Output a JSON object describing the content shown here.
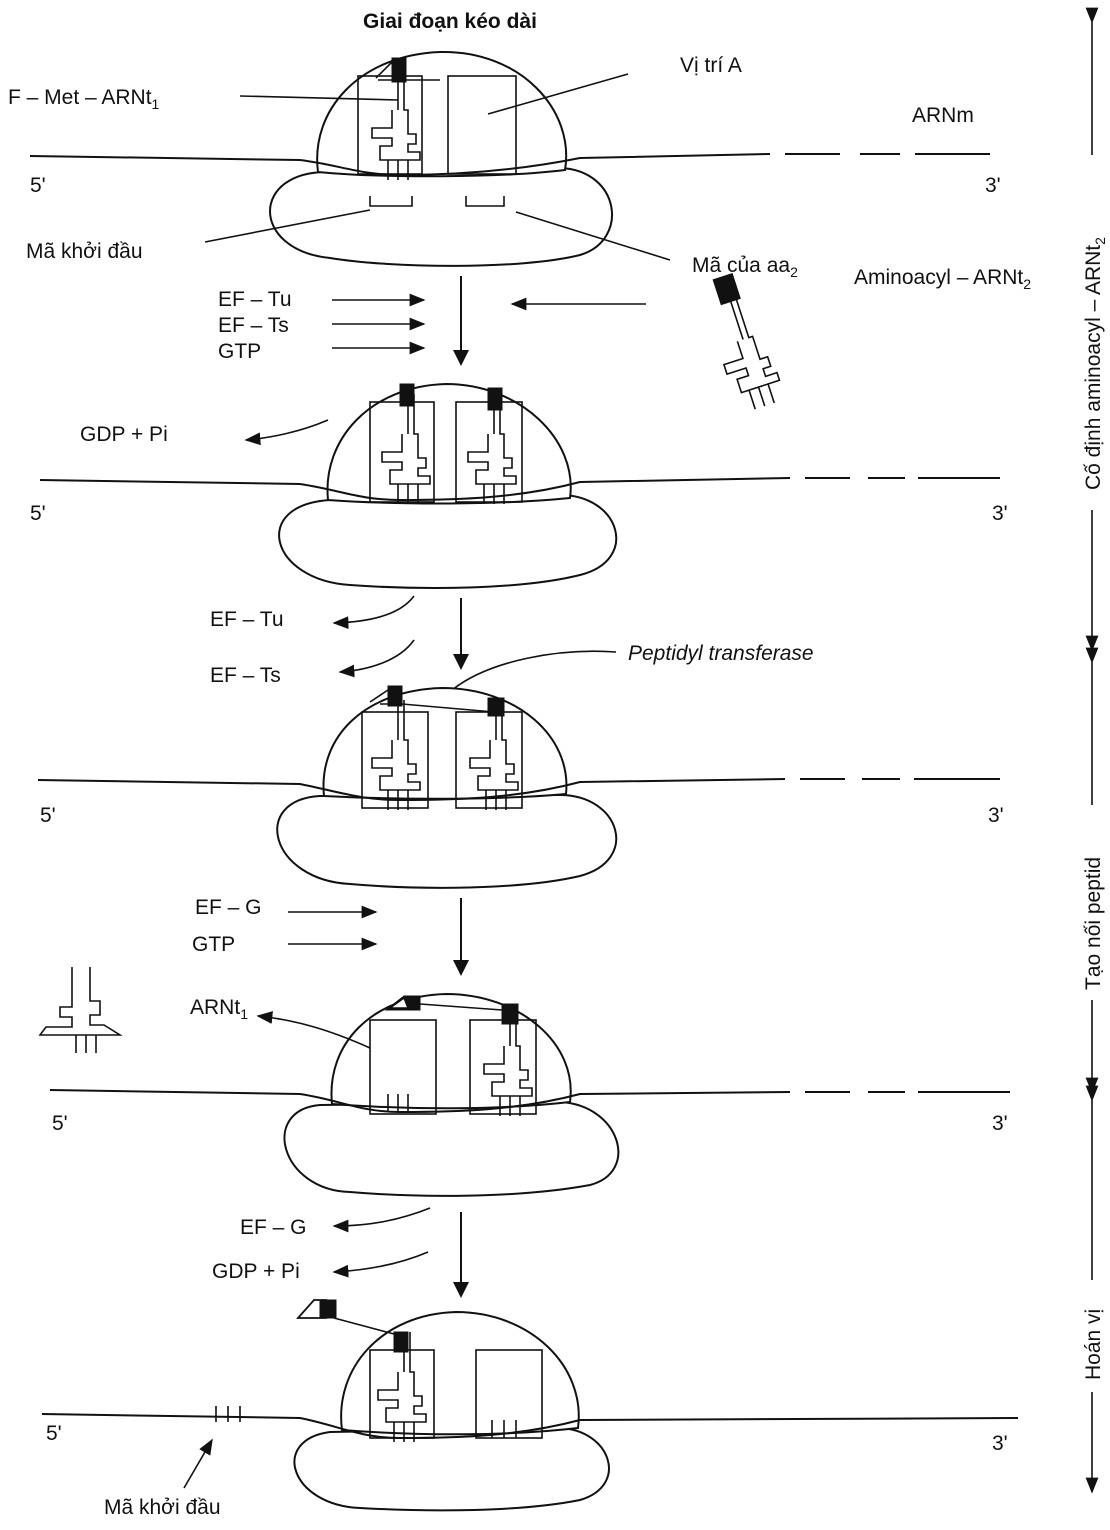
{
  "title": "Giai đoạn kéo dài",
  "labels": {
    "fmet": "F – Met – ARNt",
    "fmet_sub": "1",
    "site_a": "Vị trí A",
    "mrna": "ARNm",
    "five": "5'",
    "three": "3'",
    "start_codon": "Mã khởi đầu",
    "aa2_codon": "Mã của aa",
    "aa2_sub": "2",
    "aminoacyl": "Aminoacyl – ARNt",
    "aminoacyl_sub": "2",
    "ef_tu": "EF – Tu",
    "ef_ts": "EF – Ts",
    "gtp": "GTP",
    "gdp_pi": "GDP + Pi",
    "peptidyl": "Peptidyl transferase",
    "ef_g": "EF – G",
    "arnt1": "ARNt",
    "arnt1_sub": "1"
  },
  "side": {
    "phase1": "Cố định aminoacyl – ARNt",
    "phase1_sub": "2",
    "phase2": "Tạo nối peptid",
    "phase3": "Hoán vị"
  }
}
